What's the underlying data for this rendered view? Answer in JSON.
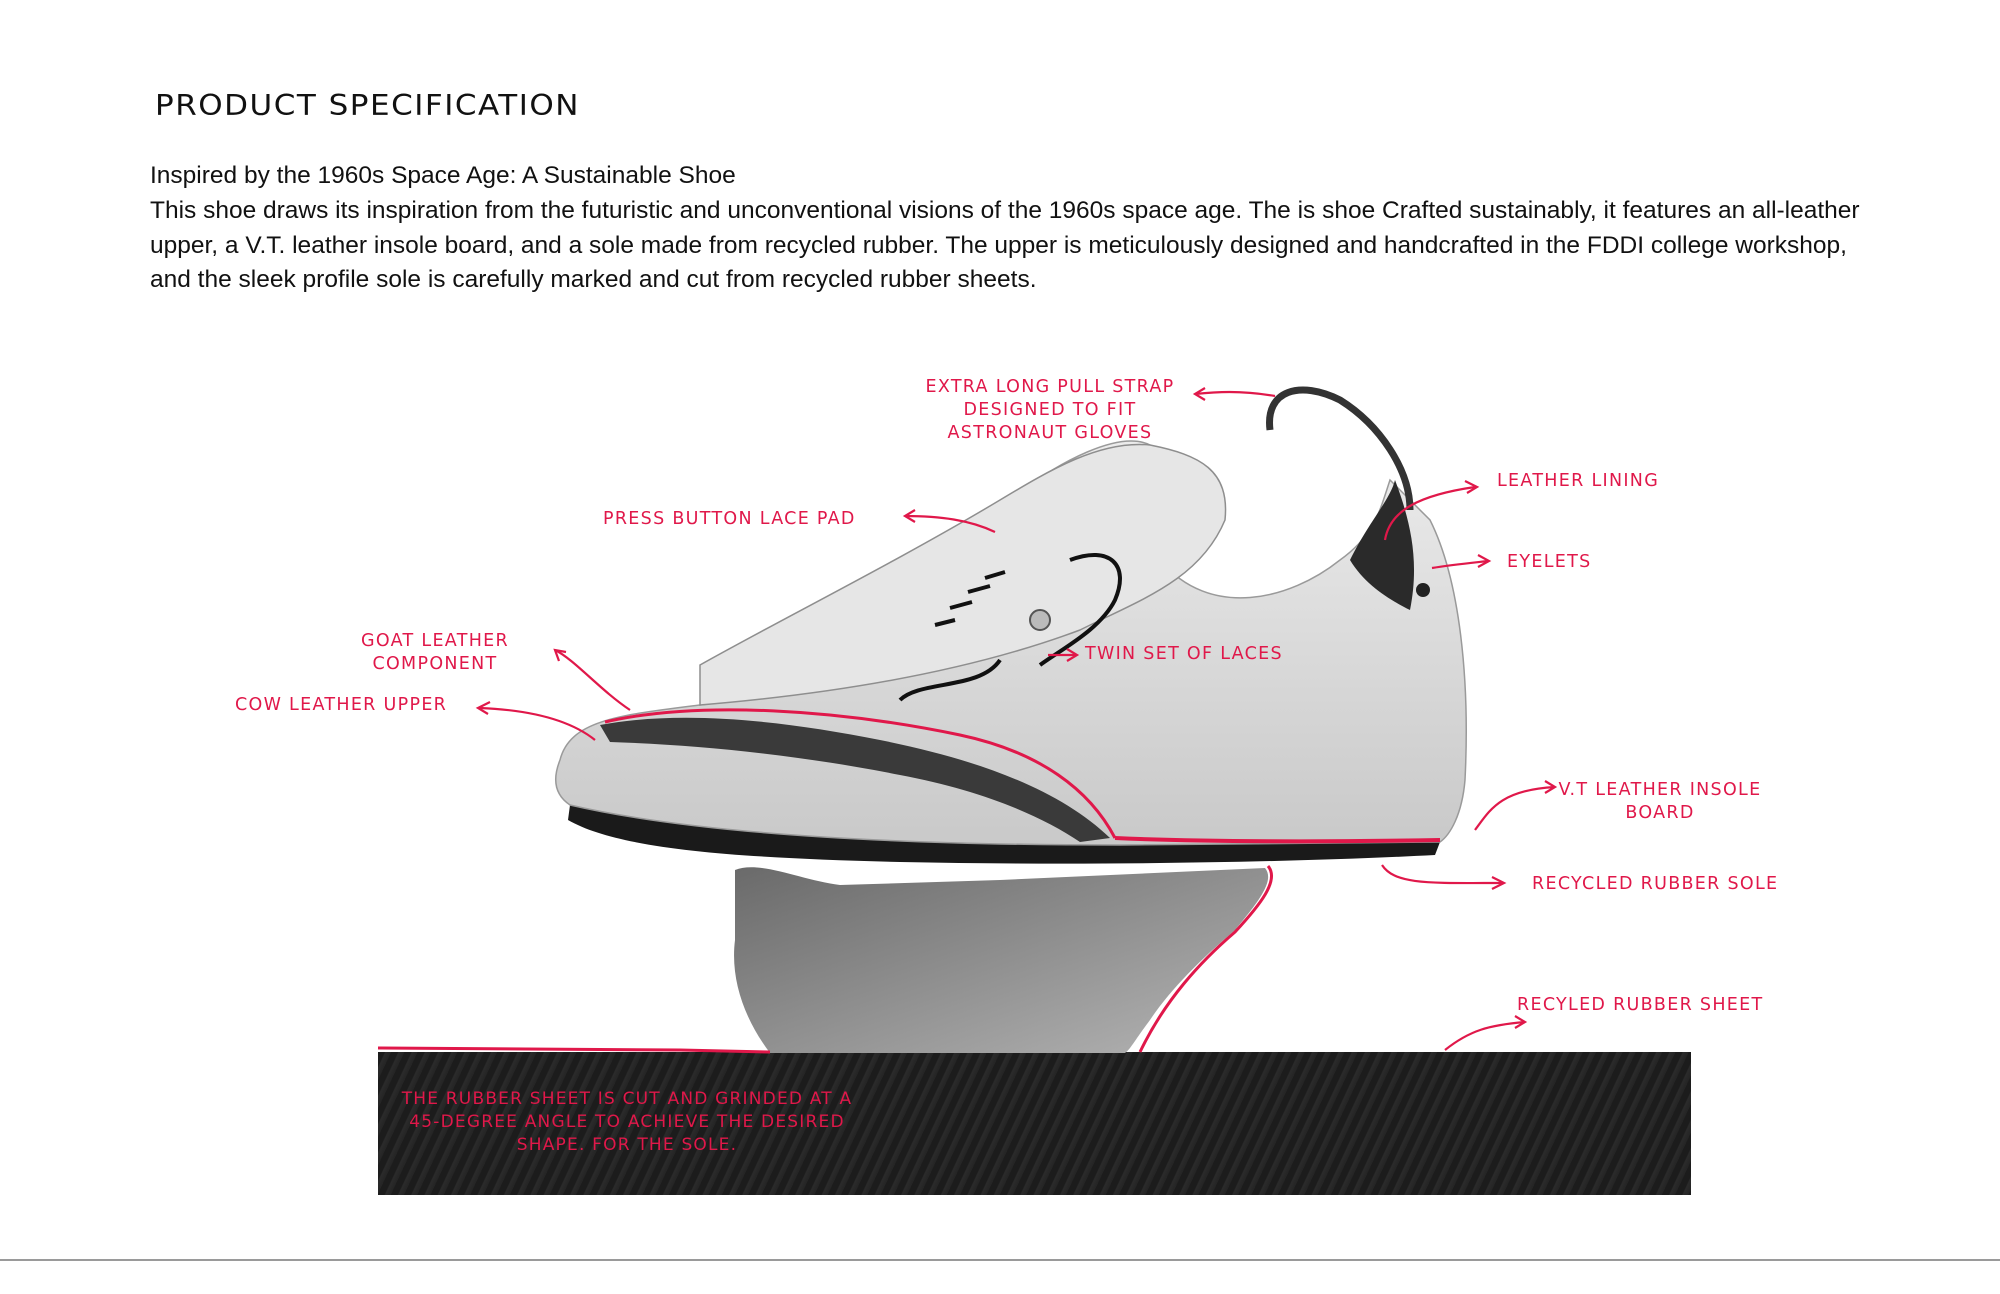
{
  "header": {
    "title": "PRODUCT SPECIFICATION",
    "subtitle": "Inspired by the 1960s Space Age: A Sustainable Shoe",
    "description": "This shoe draws its inspiration from the futuristic and unconventional visions of the 1960s space age. The is shoe Crafted sustainably, it features an all-leather upper, a V.T. leather insole board, and a sole made from recycled rubber. The upper is meticulously designed and handcrafted in the FDDI college workshop, and the sleek profile sole is carefully marked and cut from recycled rubber sheets."
  },
  "callouts": {
    "pull_strap": "EXTRA LONG PULL STRAP DESIGNED TO FIT ASTRONAUT GLOVES",
    "lace_pad": "PRESS BUTTON LACE PAD",
    "leather_lining": "LEATHER LINING",
    "eyelets": "EYELETS",
    "goat_leather": "GOAT LEATHER COMPONENT",
    "cow_leather": "COW LEATHER UPPER",
    "laces": "TWIN SET OF LACES",
    "insole_board": "V.T LEATHER INSOLE BOARD",
    "rubber_sole": "RECYCLED RUBBER SOLE",
    "rubber_sheet": "RECYLED RUBBER SHEET",
    "sheet_note": "THE RUBBER SHEET IS CUT AND GRINDED AT A 45-DEGREE ANGLE TO ACHIEVE THE DESIRED SHAPE. FOR THE SOLE."
  },
  "colors": {
    "accent": "#e0184a",
    "upper": "#d9d9d9",
    "dark_panel": "#3a3a3a",
    "sole": "#1a1a1a"
  }
}
